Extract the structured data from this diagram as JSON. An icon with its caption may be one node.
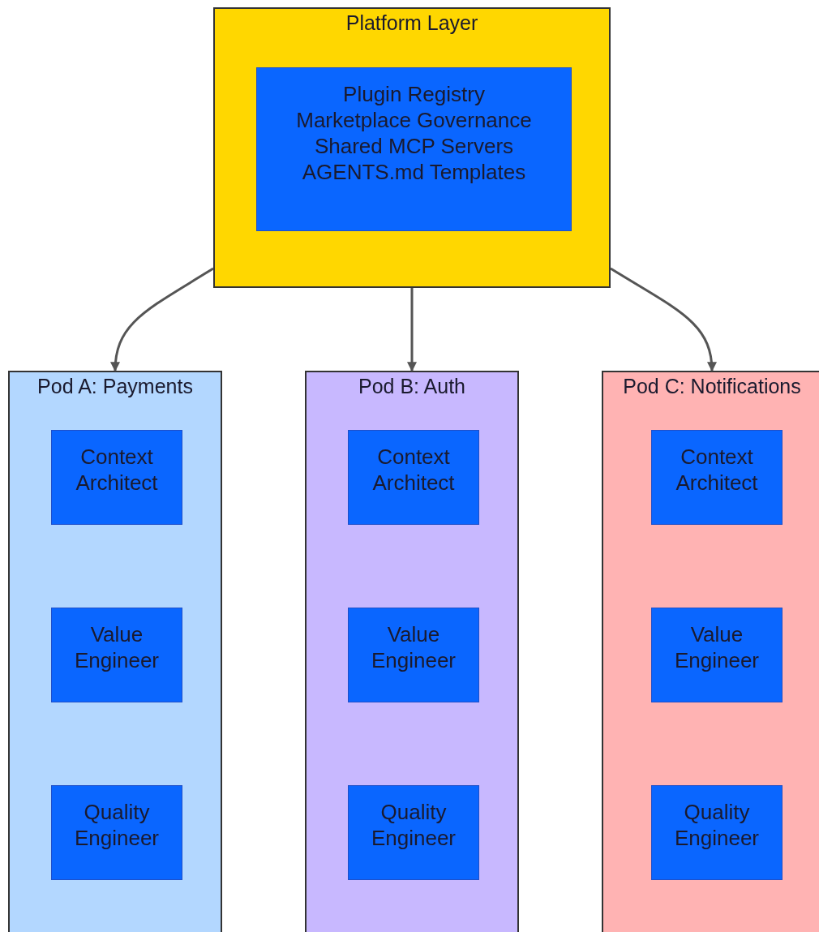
{
  "diagram": {
    "nodes": [
      {
        "text": [
          "Platform Layer"
        ]
      },
      {
        "text": [
          "Plugin Registry",
          "Marketplace Governance",
          "Shared MCP Servers",
          "AGENTS.md Templates"
        ],
        "in": 0
      },
      {
        "text": [
          "Pod A: Payments"
        ]
      },
      {
        "text": [
          "Context Architect"
        ],
        "in": 2
      },
      {
        "text": [
          "Value Engineer"
        ],
        "in": 2
      },
      {
        "text": [
          "Quality Engineer"
        ],
        "in": 2
      },
      {
        "text": [
          "Pod B: Auth"
        ]
      },
      {
        "text": [
          "Context Architect"
        ],
        "in": 6
      },
      {
        "text": [
          "Value Engineer"
        ],
        "in": 6
      },
      {
        "text": [
          "Quality Engineer"
        ],
        "in": 6
      },
      {
        "text": [
          "Pod C: Notifications"
        ]
      },
      {
        "text": [
          "Context Architect"
        ],
        "in": 10
      },
      {
        "text": [
          "Value Engineer"
        ],
        "in": 10
      },
      {
        "text": [
          "Quality Engineer"
        ],
        "in": 10
      }
    ],
    "edges": [
      {
        "from": 0,
        "to": 2,
        "arrow": "to"
      },
      {
        "from": 0,
        "to": 6,
        "arrow": "to"
      },
      {
        "from": 0,
        "to": 10,
        "arrow": "to"
      }
    ]
  }
}
